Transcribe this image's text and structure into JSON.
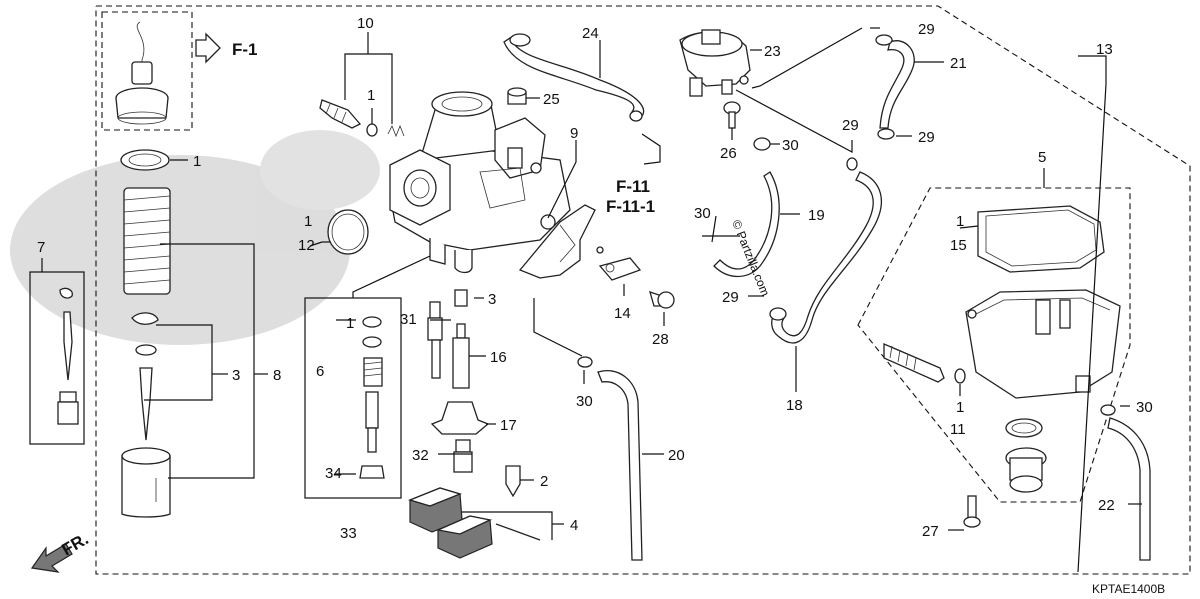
{
  "callouts": {
    "c1a": "1",
    "c1b": "1",
    "c1c": "1",
    "c1d": "1",
    "c1e": "1",
    "c1f": "1",
    "c2": "2",
    "c3a": "3",
    "c3b": "3",
    "c4": "4",
    "c5": "5",
    "c6": "6",
    "c7": "7",
    "c8": "8",
    "c9": "9",
    "c10": "10",
    "c11": "11",
    "c12": "12",
    "c13": "13",
    "c14": "14",
    "c15": "15",
    "c16": "16",
    "c17": "17",
    "c18": "18",
    "c19": "19",
    "c20": "20",
    "c21": "21",
    "c22": "22",
    "c23": "23",
    "c24": "24",
    "c25": "25",
    "c26": "26",
    "c27": "27",
    "c28": "28",
    "c29a": "29",
    "c29b": "29",
    "c29c": "29",
    "c29d": "29",
    "c30a": "30",
    "c30b": "30",
    "c30c": "30",
    "c30d": "30",
    "c31": "31",
    "c32": "32",
    "c33": "33",
    "c34": "34"
  },
  "references": {
    "f1": "F-1",
    "f11": "F-11",
    "f11_1": "F-11-1"
  },
  "front_marker": "FR.",
  "diagram_code": "KPTAE1400B",
  "watermark": "© Partzilla.com"
}
